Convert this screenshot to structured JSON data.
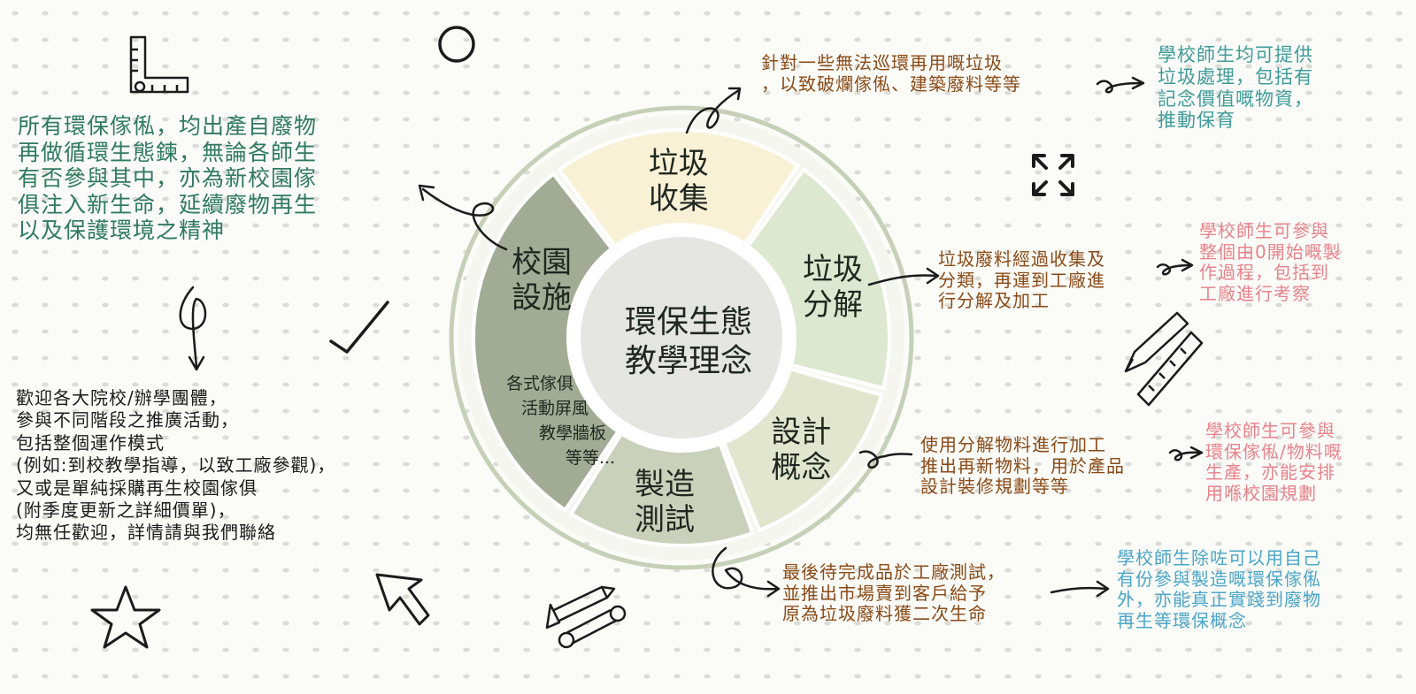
{
  "center": {
    "title_line1": "環保生態",
    "title_line2": "教學理念"
  },
  "segments": [
    {
      "id": "collect",
      "line1": "垃圾",
      "line2": "收集"
    },
    {
      "id": "decompose",
      "line1": "垃圾",
      "line2": "分解"
    },
    {
      "id": "design",
      "line1": "設計",
      "line2": "概念"
    },
    {
      "id": "manufacture",
      "line1": "製造",
      "line2": "測試"
    },
    {
      "id": "campus",
      "line1": "校園",
      "line2": "設施"
    }
  ],
  "campus_note": [
    "各式傢俱",
    "活動屏風",
    "教學牆板",
    "等等..."
  ],
  "notes": {
    "top_left": "所有環保傢俬，均出產自廢物\n再做循環生態鍊，無論各師生\n有否參與其中，亦為新校園傢\n俱注入新生命，延續廢物再生\n以及保護環境之精神",
    "bottom_left": "歡迎各大院校/辦學團體，\n參與不同階段之推廣活動，\n包括整個運作模式\n(例如:到校教學指導，以致工廠參觀)，\n又或是單純採購再生校園傢俱\n(附季度更新之詳細價單)，\n均無任歡迎，詳情請與我們聯絡",
    "collect": "針對一些無法巡環再用嘅垃圾\n，以致破爛傢俬、建築廢料等等",
    "decompose": "垃圾廢料經過收集及\n分類，再運到工廠進\n行分解及加工",
    "design": "使用分解物料進行加工\n推出再新物料，用於產品\n設計裝修規劃等等",
    "manufacture": "最後待完成品於工廠測試，\n並推出市場賣到客戶給予\n原為垃圾廢料獲二次生命",
    "collect_school": "學校師生均可提供\n垃圾處理，包括有\n記念價值嘅物資，\n推動保育",
    "decompose_school": "學校師生可參與\n整個由0開始嘅製\n作過程，包括到\n工廠進行考察",
    "design_school": "學校師生可參與\n環保傢俬/物料嘅\n生產，亦能安排\n用喺校園規劃",
    "manufacture_school": "學校師生除咗可以用自己\n有份參與製造嘅環保傢俬\n外，亦能真正實踐到廢物\n再生等環保概念"
  },
  "colors": {
    "campus": "#a2ac95",
    "collect": "#f8f1d5",
    "decompose": "#dce8cf",
    "design": "#e3e6cf",
    "manufacture": "#c9d1bb",
    "ring_outline": "#c6d0b7",
    "center": "#e5e5e2"
  },
  "icons": [
    "ruler-corner-icon",
    "circle-doodle-icon",
    "expand-arrows-icon",
    "pencil-ruler-icon",
    "checkmark-icon",
    "star-icon",
    "tools-icon",
    "pointer-arrow-icon"
  ]
}
